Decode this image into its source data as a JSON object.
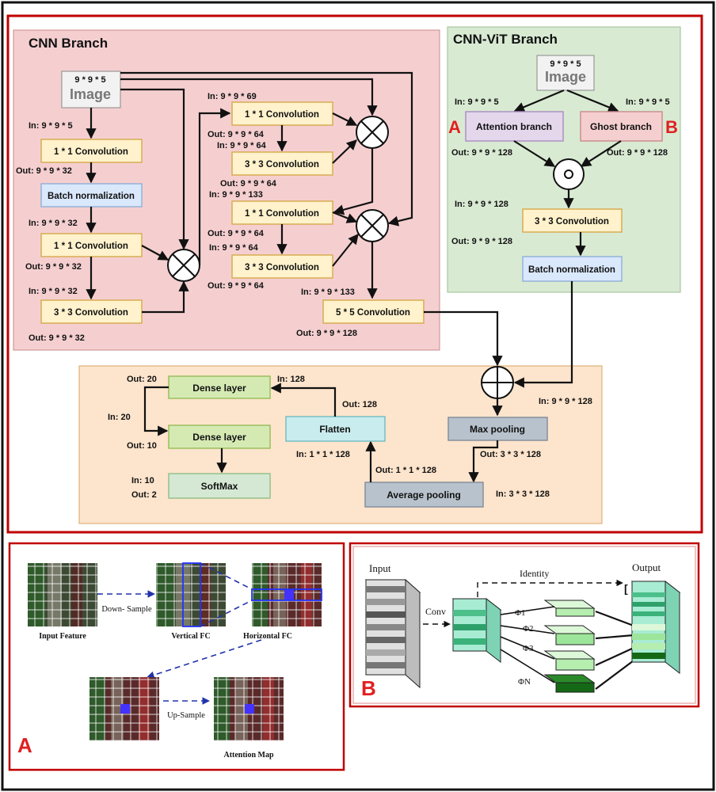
{
  "cnn": {
    "title": "CNN Branch",
    "image_dims": "9 * 9 * 5",
    "image_label": "Image",
    "in_1": "In: 9 * 9 * 5",
    "conv1": "1 * 1 Convolution",
    "out_1": "Out: 9 * 9 * 32",
    "bn": "Batch normalization",
    "in_2": "In: 9 * 9 * 32",
    "conv2": "1 * 1 Convolution",
    "out_2": "Out: 9 * 9 * 32",
    "in_3": "In: 9 * 9 * 32",
    "conv3": "3 * 3 Convolution",
    "out_3": "Out: 9 * 9 * 32",
    "in_4": "In: 9 * 9 * 69",
    "conv4": "1 * 1 Convolution",
    "out_4": "Out: 9 * 9 * 64",
    "in_5": "In: 9 * 9 * 64",
    "conv5": "3 * 3 Convolution",
    "out_5": "Out: 9 * 9 * 64",
    "in_6": "In: 9 * 9 * 133",
    "conv6": "1 * 1 Convolution",
    "out_6": "Out: 9 * 9 * 64",
    "in_7": "In: 9 * 9 * 64",
    "conv7": "3 * 3 Convolution",
    "out_7": "Out: 9 * 9 * 64",
    "in_8": "In: 9 * 9 * 133",
    "conv8": "5 * 5 Convolution",
    "out_8": "Out: 9 * 9 * 128"
  },
  "vit": {
    "title": "CNN-ViT Branch",
    "image_dims": "9 * 9 * 5",
    "image_label": "Image",
    "in_a": "In: 9 * 9 * 5",
    "in_b": "In: 9 * 9 * 5",
    "attention": "Attention branch",
    "ghost": "Ghost branch",
    "label_a": "A",
    "label_b": "B",
    "out_a": "Out: 9 * 9 * 128",
    "out_b": "Out: 9 * 9 * 128",
    "in_conv": "In: 9 * 9 * 128",
    "conv": "3 * 3 Convolution",
    "out_conv": "Out: 9 * 9 * 128",
    "bn": "Batch normalization"
  },
  "head": {
    "in_sum": "In: 9 * 9 * 128",
    "maxpool": "Max pooling",
    "out_max": "Out: 3 * 3 * 128",
    "in_avg": "In: 3 * 3 * 128",
    "avgpool": "Average pooling",
    "out_avg": "Out: 1 * 1 * 128",
    "in_flat": "In: 1 * 1 * 128",
    "flatten": "Flatten",
    "out_flat": "Out: 128",
    "in_dense1": "In: 128",
    "dense1": "Dense layer",
    "out_dense1": "Out: 20",
    "in_dense2": "In: 20",
    "dense2": "Dense layer",
    "out_dense2": "Out: 10",
    "in_soft": "In: 10",
    "out_soft": "Out: 2",
    "softmax": "SoftMax"
  },
  "panel_a": {
    "label": "A",
    "input_feature": "Input Feature",
    "down_sample": "Down- Sample",
    "vertical_fc": "Vertical FC",
    "horizontal_fc": "Horizontal FC",
    "up_sample": "Up-Sample",
    "attention_map": "Attention Map"
  },
  "panel_b": {
    "label": "B",
    "input": "Input",
    "identity": "Identity",
    "output": "Output",
    "conv": "Conv",
    "phi1": "Φ1",
    "phi2": "Φ2",
    "phi3": "Φ3",
    "phin": "ΦN"
  },
  "colors": {
    "cnn_bg": "#f5cfd0",
    "vit_bg": "#d9ead3",
    "head_bg": "#fde4cc",
    "conv_box": "#fff2cc",
    "bn_box": "#dae8fc",
    "frame_red": "#c00000",
    "marker_red": "#e02020"
  }
}
